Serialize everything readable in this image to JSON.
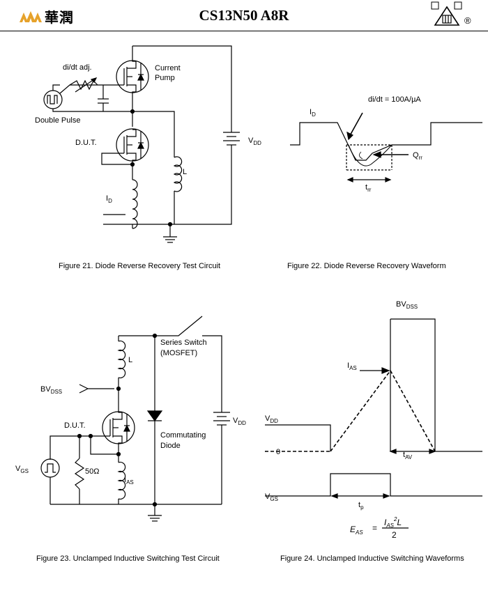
{
  "header": {
    "logo_text": "華潤",
    "title": "CS13N50 A8R",
    "registered_mark": "®"
  },
  "figure21": {
    "caption": "Figure 21. Diode Reverse Recovery Test Circuit",
    "labels": {
      "didt_adj": "di/dt adj.",
      "current_pump_1": "Current",
      "current_pump_2": "Pump",
      "double_pulse": "Double Pulse",
      "dut": "D.U.T.",
      "inductor": "L",
      "id": "I",
      "id_sub": "D",
      "vdd": "V",
      "vdd_sub": "DD"
    }
  },
  "figure22": {
    "caption": "Figure 22. Diode Reverse Recovery Waveform",
    "labels": {
      "didt": "di/dt = 100A/µA",
      "id": "I",
      "id_sub": "D",
      "qrr": "Q",
      "qrr_sub": "rr",
      "trr": "t",
      "trr_sub": "rr"
    }
  },
  "figure23": {
    "caption": "Figure 23. Unclamped Inductive Switching Test Circuit",
    "labels": {
      "series_switch_1": "Series Switch",
      "series_switch_2": "(MOSFET)",
      "inductor": "L",
      "bvdss": "BV",
      "bvdss_sub": "DSS",
      "dut": "D.U.T.",
      "commutating_1": "Commutating",
      "commutating_2": "Diode",
      "vdd": "V",
      "vdd_sub": "DD",
      "vgs": "V",
      "vgs_sub": "GS",
      "resistor": "50Ω",
      "ias": "I",
      "ias_sub": "AS"
    }
  },
  "figure24": {
    "caption": "Figure 24. Unclamped Inductive Switching Waveforms",
    "labels": {
      "bvdss": "BV",
      "bvdss_sub": "DSS",
      "ias": "I",
      "ias_sub": "AS",
      "vdd": "V",
      "vdd_sub": "DD",
      "zero": "0",
      "tav": "t",
      "tav_sub": "AV",
      "vgs": "V",
      "vgs_sub": "GS",
      "tp": "t",
      "tp_sub": "p",
      "eq_lhs": "E",
      "eq_lhs_sub": "AS",
      "eq_eq": "=",
      "eq_num": "I",
      "eq_num_sub": "AS",
      "eq_num_sup": "2",
      "eq_num_L": "L",
      "eq_den": "2"
    }
  }
}
